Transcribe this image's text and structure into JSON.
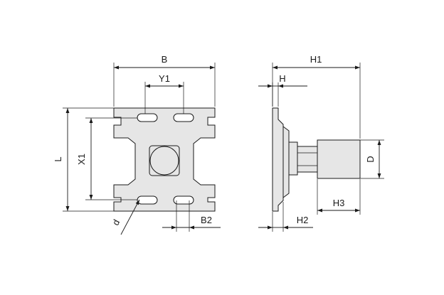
{
  "labels": {
    "B": "B",
    "Y1": "Y1",
    "L": "L",
    "X1": "X1",
    "d": "d",
    "B2": "B2",
    "H1": "H1",
    "H": "H",
    "D": "D",
    "H3": "H3",
    "H2": "H2"
  }
}
